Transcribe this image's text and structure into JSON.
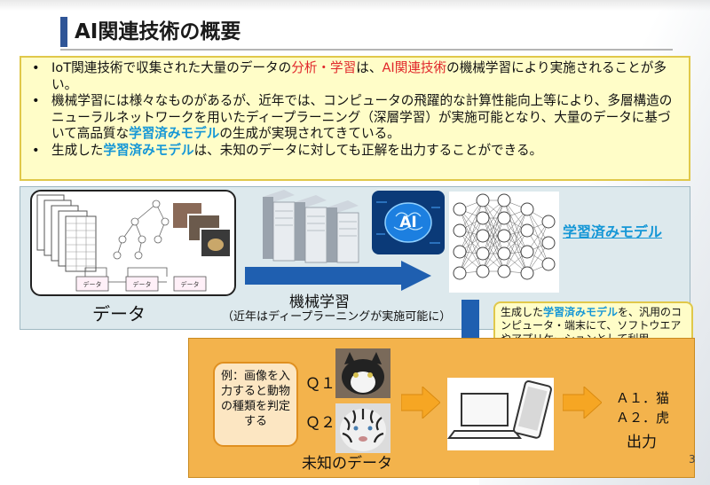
{
  "slide": {
    "title": "AI関連技術の概要",
    "page_number": "3"
  },
  "bullets": [
    {
      "segments": [
        {
          "text": "IoT関連技術で収集された大量のデータの",
          "style": "normal"
        },
        {
          "text": "分析・学習",
          "style": "red"
        },
        {
          "text": "は、",
          "style": "normal"
        },
        {
          "text": "AI関連技術",
          "style": "red"
        },
        {
          "text": "の機械学習により実施されることが多い。",
          "style": "normal"
        }
      ]
    },
    {
      "segments": [
        {
          "text": "機械学習には様々なものがあるが、近年では、コンピュータの飛躍的な計算性能向上等により、多層構造のニューラルネットワークを用いたディープラーニング（深層学習）が実施可能となり、大量のデータに基づいて高品質な",
          "style": "normal"
        },
        {
          "text": "学習済みモデル",
          "style": "blue"
        },
        {
          "text": "の生成が実現されてきている。",
          "style": "normal"
        }
      ]
    },
    {
      "segments": [
        {
          "text": "生成した",
          "style": "normal"
        },
        {
          "text": "学習済みモデル",
          "style": "blue"
        },
        {
          "text": "は、未知のデータに対しても正解を出力することができる。",
          "style": "normal"
        }
      ]
    }
  ],
  "diagram": {
    "data_label": "データ",
    "data_item_label": "データ",
    "ai_badge": "AI",
    "ml_label": "機械学習",
    "ml_sublabel": "（近年はディープラーニングが実施可能に）",
    "model_label": "学習済みモデル",
    "callout": {
      "part1": "生成した",
      "part2": "学習済みモデル",
      "part3": "を、汎用のコンピュータ・端末にて、ソフトウエアやアプリケーションとして利用"
    },
    "example_text": "例：画像を入力すると動物の種類を判定する",
    "q1": "Ｑ１.",
    "q2": "Ｑ２.",
    "unknown_label": "未知のデータ",
    "answer1": "Ａ１．猫",
    "answer2": "Ａ２．虎",
    "output_label": "出力"
  },
  "colors": {
    "accent_blue": "#1597d6",
    "accent_red": "#e0262a",
    "title_bar": "#2f5597",
    "note_bg": "#fffdc8",
    "panel_blue": "#dde9ed",
    "panel_orange": "#f3b34c",
    "arrow_blue": "#1f5fb0",
    "arrow_orange": "#f6a623"
  }
}
